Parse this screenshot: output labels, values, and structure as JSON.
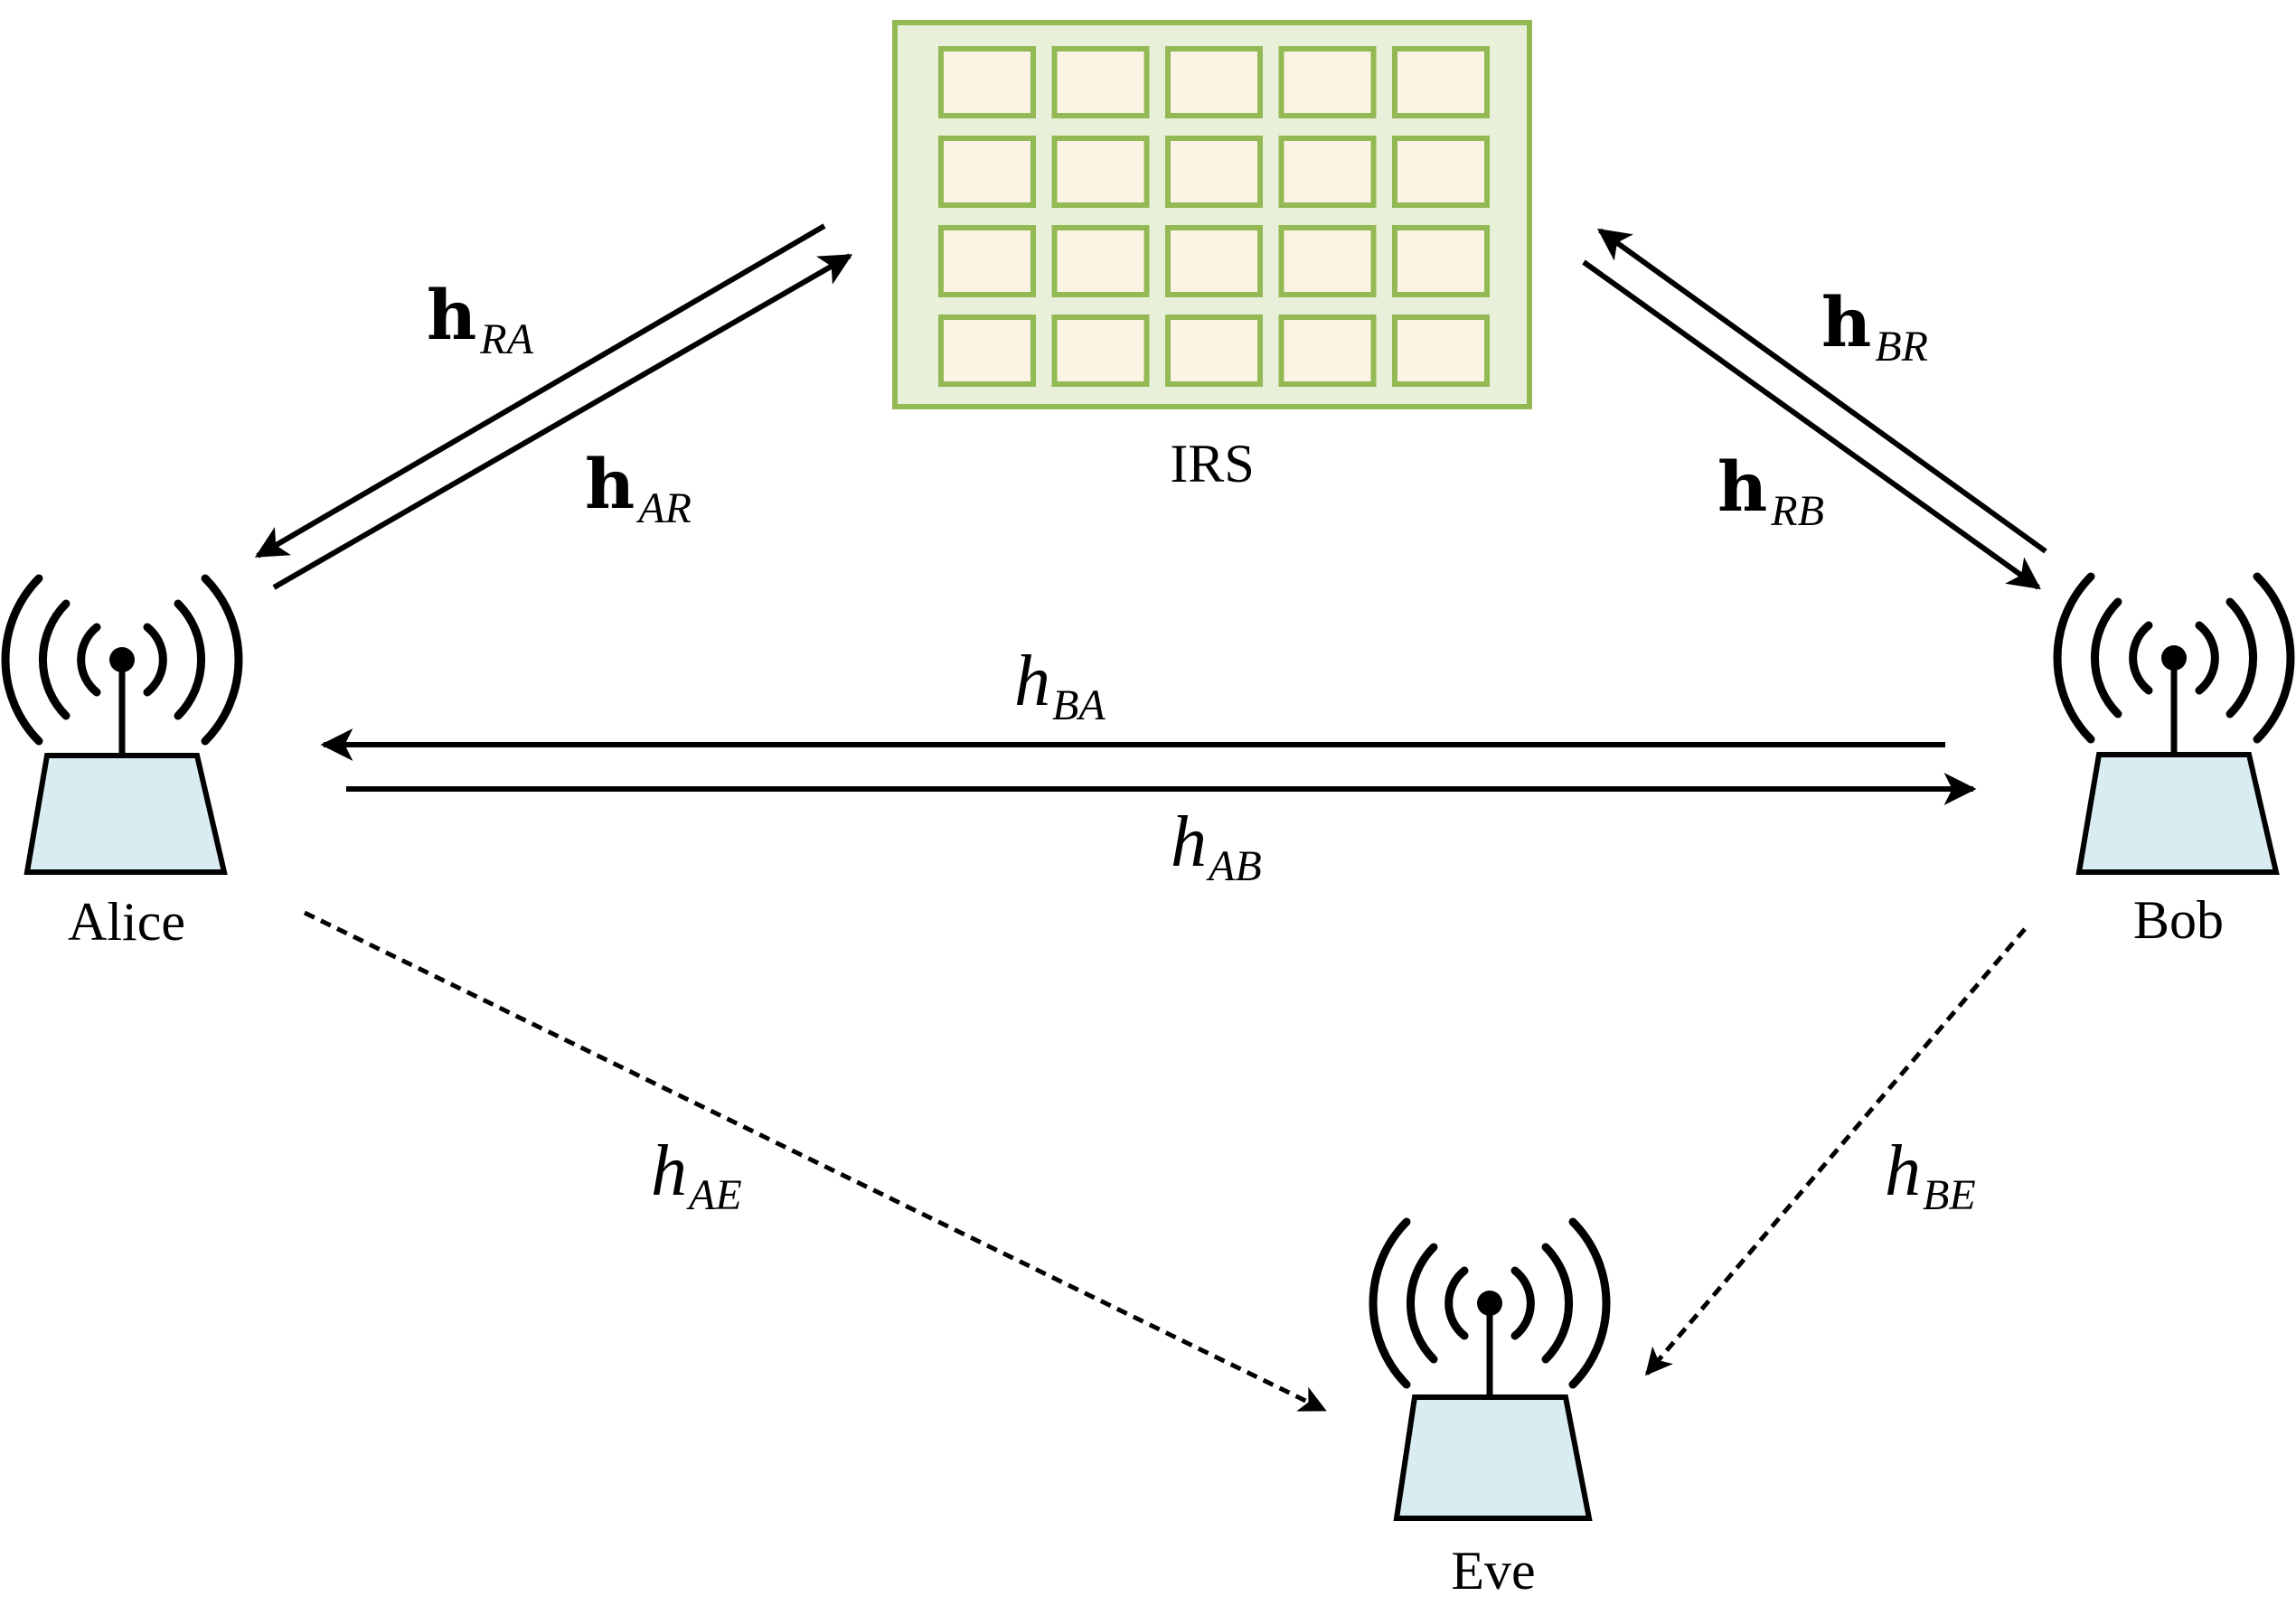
{
  "colors": {
    "irs_fill": "#e9f0d9",
    "irs_border": "#92b954",
    "element_fill": "#fbf3e4",
    "element_border": "#92b954",
    "node_fill": "#d9ecf2",
    "stroke": "#000000"
  },
  "nodes": {
    "irs": {
      "label": "IRS",
      "rows": 4,
      "cols": 5
    },
    "alice": {
      "label": "Alice",
      "icon": "antenna-icon"
    },
    "bob": {
      "label": "Bob",
      "icon": "antenna-icon"
    },
    "eve": {
      "label": "Eve",
      "icon": "antenna-icon"
    }
  },
  "links": {
    "h_RA": {
      "symbol": "h",
      "subscript": "RA",
      "style": "bold-vector",
      "from": "IRS",
      "to": "Alice",
      "line": "solid"
    },
    "h_AR": {
      "symbol": "h",
      "subscript": "AR",
      "style": "bold-vector",
      "from": "Alice",
      "to": "IRS",
      "line": "solid"
    },
    "h_BR": {
      "symbol": "h",
      "subscript": "BR",
      "style": "bold-vector",
      "from": "Bob",
      "to": "IRS",
      "line": "solid"
    },
    "h_RB": {
      "symbol": "h",
      "subscript": "RB",
      "style": "bold-vector",
      "from": "IRS",
      "to": "Bob",
      "line": "solid"
    },
    "h_BA": {
      "symbol": "h",
      "subscript": "BA",
      "style": "italic-scalar",
      "from": "Bob",
      "to": "Alice",
      "line": "solid"
    },
    "h_AB": {
      "symbol": "h",
      "subscript": "AB",
      "style": "italic-scalar",
      "from": "Alice",
      "to": "Bob",
      "line": "solid"
    },
    "h_AE": {
      "symbol": "h",
      "subscript": "AE",
      "style": "italic-scalar",
      "from": "Alice",
      "to": "Eve",
      "line": "dashed"
    },
    "h_BE": {
      "symbol": "h",
      "subscript": "BE",
      "style": "italic-scalar",
      "from": "Bob",
      "to": "Eve",
      "line": "dashed"
    }
  }
}
